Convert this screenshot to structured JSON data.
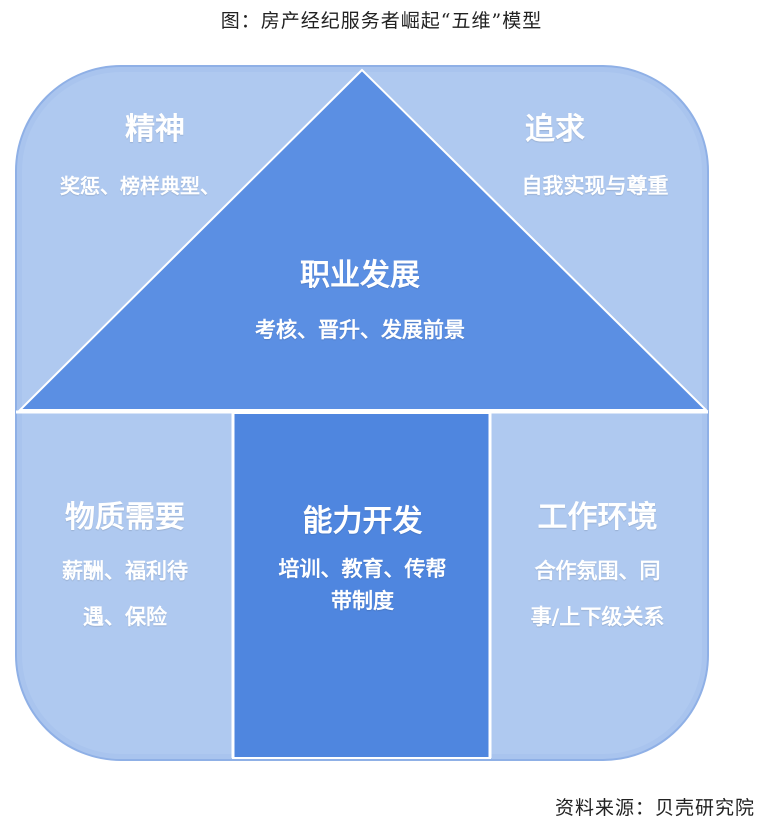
{
  "caption": "图：房产经纪服务者崛起“五维”模型",
  "source": "资料来源：贝壳研究院",
  "colors": {
    "outer": "#a9c4ee",
    "outer_border": "#8fb0e6",
    "inner": "#5b8fe3",
    "pillar": "#4f86df",
    "divider": "#ffffff"
  },
  "dimensions": {
    "spirit": {
      "title": "精神",
      "desc": "奖惩、榜样典型、"
    },
    "pursuit": {
      "title": "追求",
      "desc": "自我实现与尊重"
    },
    "career": {
      "title": "职业发展",
      "desc": "考核、晋升、发展前景"
    },
    "material": {
      "title": "物质需要",
      "desc_line1": "薪酬、福利待",
      "desc_line2": "遇、保险"
    },
    "ability": {
      "title": "能力开发",
      "desc_line1": "培训、教育、传帮",
      "desc_line2": "带制度"
    },
    "environment": {
      "title": "工作环境",
      "desc_line1": "合作氛围、同",
      "desc_line2": "事/上下级关系"
    }
  }
}
